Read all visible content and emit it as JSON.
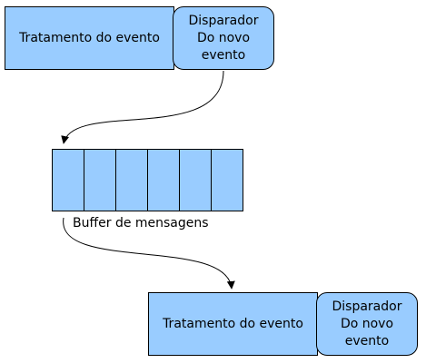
{
  "diagram": {
    "top": {
      "handler_label": "Tratamento do evento",
      "trigger_lines": [
        "Disparador",
        "Do novo",
        "evento"
      ]
    },
    "buffer": {
      "cells": [
        "",
        "",
        "",
        "",
        "",
        ""
      ],
      "label": "Buffer de mensagens"
    },
    "bottom": {
      "handler_label": "Tratamento do evento",
      "trigger_lines": [
        "Disparador",
        "Do novo",
        "evento"
      ]
    }
  },
  "colors": {
    "box_fill": "#99ccff",
    "stroke": "#000000",
    "background": "#ffffff"
  }
}
